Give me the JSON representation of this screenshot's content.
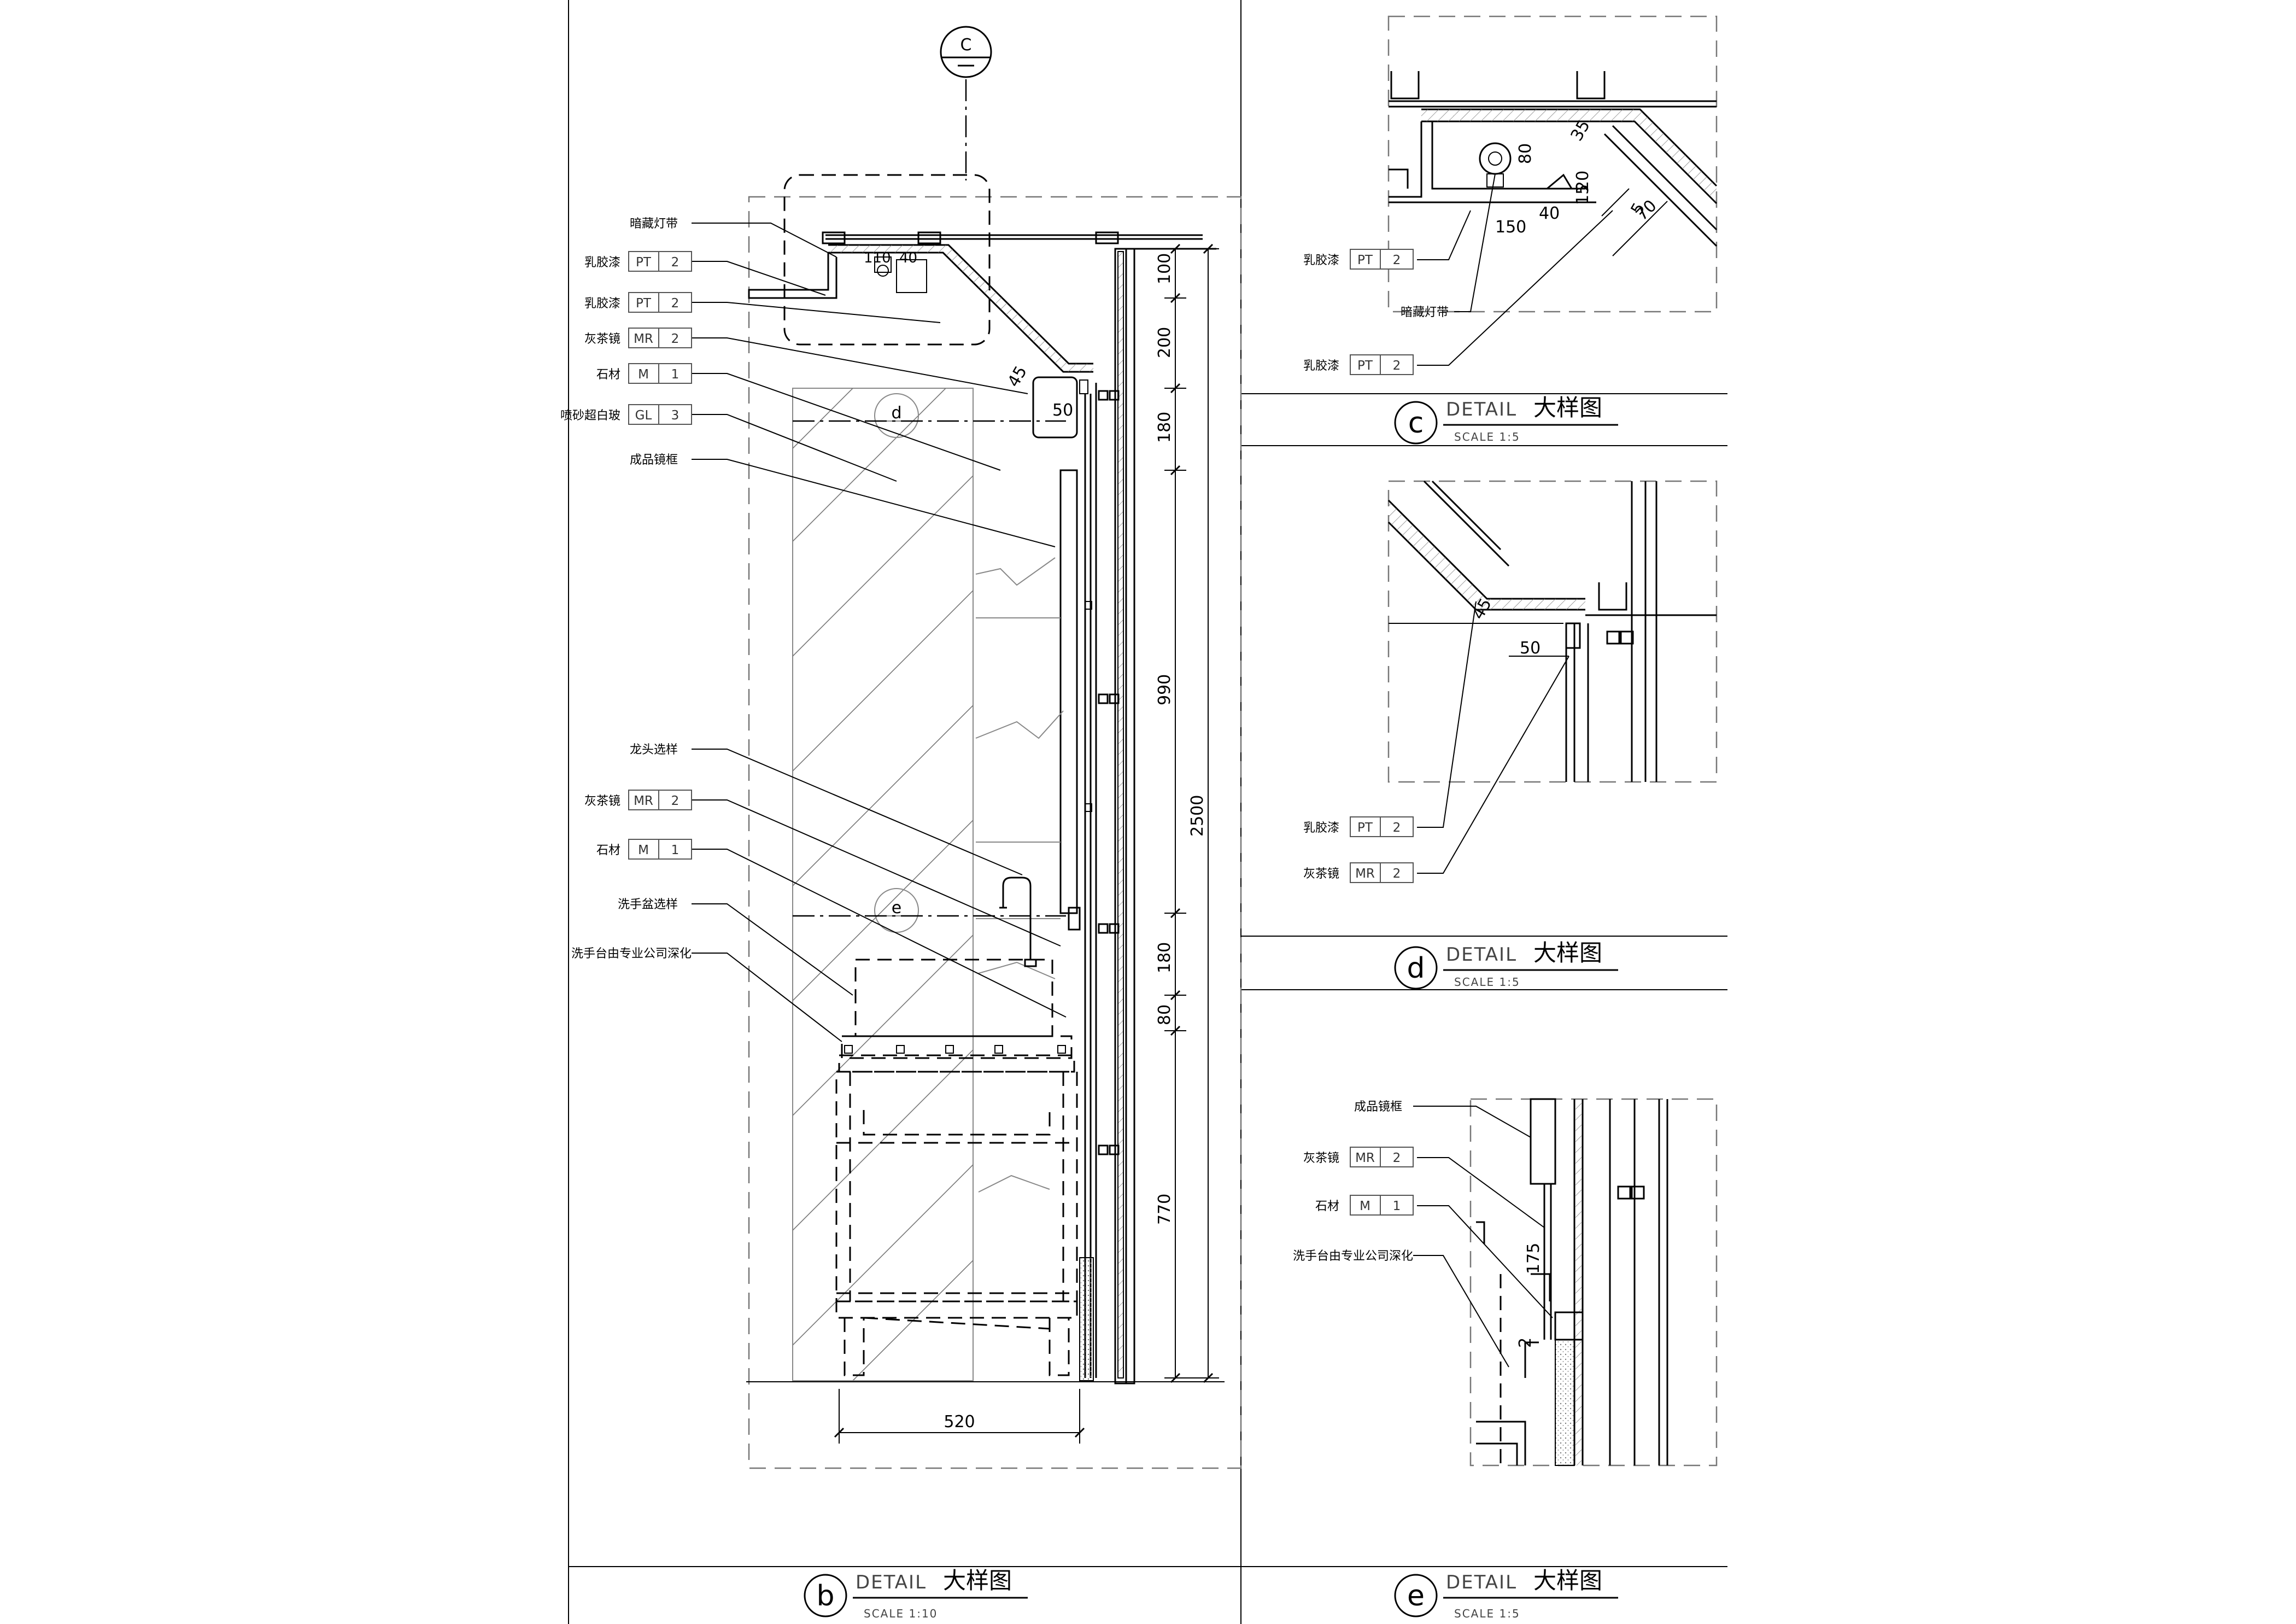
{
  "detail_b": {
    "labels": {
      "l1": "暗藏灯带",
      "l2": "乳胶漆",
      "l3": "乳胶漆",
      "l4": "灰茶镜",
      "l5": "石材",
      "l6": "喷砂超白玻",
      "l7": "成品镜框",
      "l8": "龙头选样",
      "l9": "灰茶镜",
      "l10": "石材",
      "l11": "洗手盆选样",
      "l12": "洗手台由专业公司深化"
    },
    "tags": {
      "t1c": "PT",
      "t1n": "2",
      "t2c": "PT",
      "t2n": "2",
      "t3c": "MR",
      "t3n": "2",
      "t4c": "M",
      "t4n": "1",
      "t5c": "GL",
      "t5n": "3",
      "t6c": "MR",
      "t6n": "2",
      "t7c": "M",
      "t7n": "1"
    },
    "dims": {
      "d100": "100",
      "d200": "200",
      "d180a": "180",
      "d990": "990",
      "d2500": "2500",
      "d180b": "180",
      "d80": "80",
      "d770": "770",
      "d520": "520",
      "d45": "45",
      "d50": "50",
      "d110": "110",
      "d40": "40"
    },
    "bubbles": {
      "top": "C",
      "d": "d",
      "e": "e"
    }
  },
  "detail_c": {
    "labels": {
      "l1": "乳胶漆",
      "l2": "暗藏灯带",
      "l3": "乳胶漆"
    },
    "tags": {
      "t1c": "PT",
      "t1n": "2",
      "t2c": "PT",
      "t2n": "2"
    },
    "dims": {
      "d35": "35",
      "d80": "80",
      "d20": "20",
      "d15": "15",
      "d150": "150",
      "d40": "40",
      "d5": "5",
      "d70": "70"
    }
  },
  "detail_d": {
    "labels": {
      "l1": "乳胶漆",
      "l2": "灰茶镜"
    },
    "tags": {
      "t1c": "PT",
      "t1n": "2",
      "t2c": "MR",
      "t2n": "2"
    },
    "dims": {
      "d45": "45",
      "d50": "50"
    }
  },
  "detail_e": {
    "labels": {
      "l1": "成品镜框",
      "l2": "灰茶镜",
      "l3": "石材",
      "l4": "洗手台由专业公司深化"
    },
    "tags": {
      "t1c": "MR",
      "t1n": "2",
      "t2c": "M",
      "t2n": "1"
    },
    "dims": {
      "d175": "175",
      "d2": "2"
    }
  },
  "titles": {
    "b": {
      "letter": "b",
      "en": "DETAIL",
      "cn": "大样图",
      "scale": "SCALE   1:10"
    },
    "c": {
      "letter": "c",
      "en": "DETAIL",
      "cn": "大样图",
      "scale": "SCALE   1:5"
    },
    "d": {
      "letter": "d",
      "en": "DETAIL",
      "cn": "大样图",
      "scale": "SCALE   1:5"
    },
    "e": {
      "letter": "e",
      "en": "DETAIL",
      "cn": "大样图",
      "scale": "SCALE   1:5"
    }
  }
}
